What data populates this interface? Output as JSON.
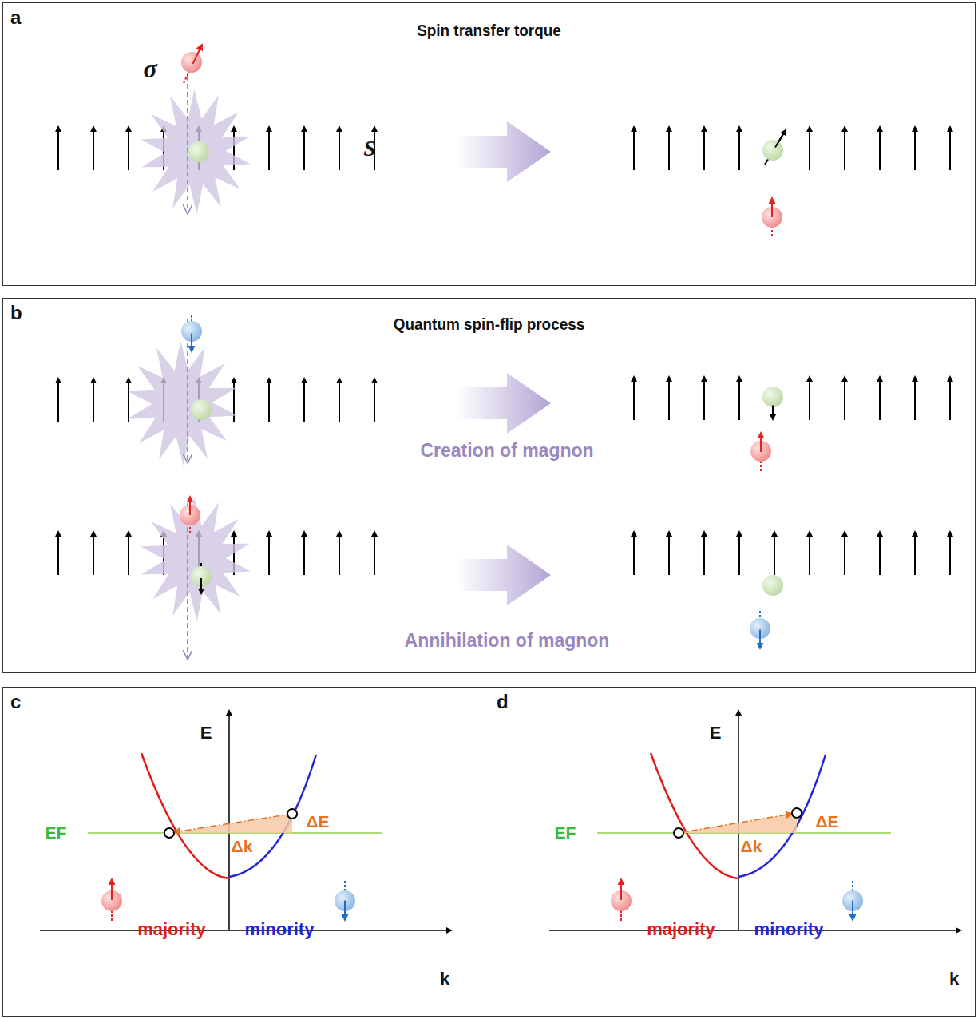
{
  "diagram": {
    "nodes": [
      {
        "text": [
          "a",
          "Spin transfer torque"
        ]
      },
      {
        "text": [
          "b",
          "Quantum spin-flip process"
        ]
      },
      {
        "text": [
          "c"
        ]
      },
      {
        "text": [
          "d"
        ]
      }
    ],
    "labels": [
      "σ",
      "S",
      "Creation of magnon",
      "Annihilation of magnon",
      "E",
      "EF",
      "ΔE",
      "Δk",
      "majority",
      "minority",
      "k",
      "E",
      "EF",
      "ΔE",
      "Δk",
      "majority",
      "minority",
      "k"
    ]
  }
}
